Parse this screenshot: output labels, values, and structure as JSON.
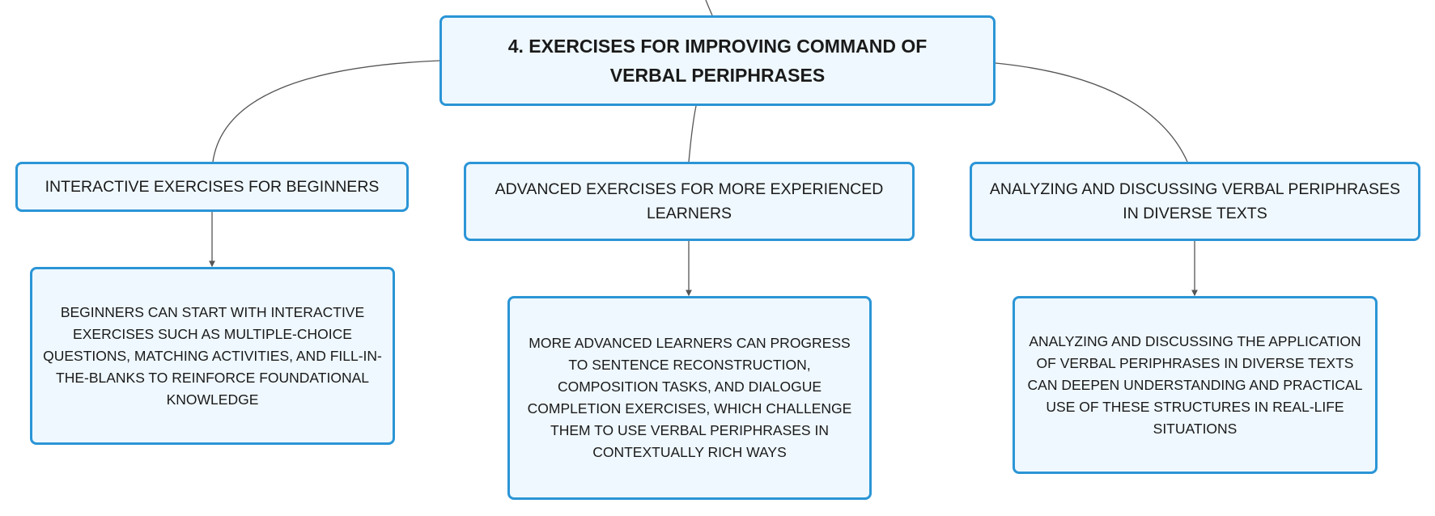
{
  "diagram": {
    "root": {
      "text": "4. EXERCISES FOR IMPROVING COMMAND OF VERBAL PERIPHRASES"
    },
    "topics": [
      {
        "title": "INTERACTIVE EXERCISES FOR BEGINNERS",
        "detail": "BEGINNERS CAN START WITH INTERACTIVE EXERCISES SUCH AS MULTIPLE-CHOICE QUESTIONS, MATCHING ACTIVITIES, AND FILL-IN-THE-BLANKS TO REINFORCE FOUNDATIONAL KNOWLEDGE"
      },
      {
        "title": "ADVANCED EXERCISES FOR MORE EXPERIENCED LEARNERS",
        "detail": "MORE ADVANCED LEARNERS CAN PROGRESS TO SENTENCE RECONSTRUCTION, COMPOSITION TASKS, AND DIALOGUE COMPLETION EXERCISES, WHICH CHALLENGE THEM TO USE VERBAL PERIPHRASES IN CONTEXTUALLY RICH WAYS"
      },
      {
        "title": "ANALYZING AND DISCUSSING VERBAL PERIPHRASES IN DIVERSE TEXTS",
        "detail": "ANALYZING AND DISCUSSING THE APPLICATION OF VERBAL PERIPHRASES IN DIVERSE TEXTS CAN DEEPEN UNDERSTANDING AND PRACTICAL USE OF THESE STRUCTURES IN REAL-LIFE SITUATIONS"
      }
    ],
    "colors": {
      "node_border": "#2b95d6",
      "node_fill": "#eff8fe",
      "connector": "#555555",
      "text": "#1a1a1a"
    }
  }
}
